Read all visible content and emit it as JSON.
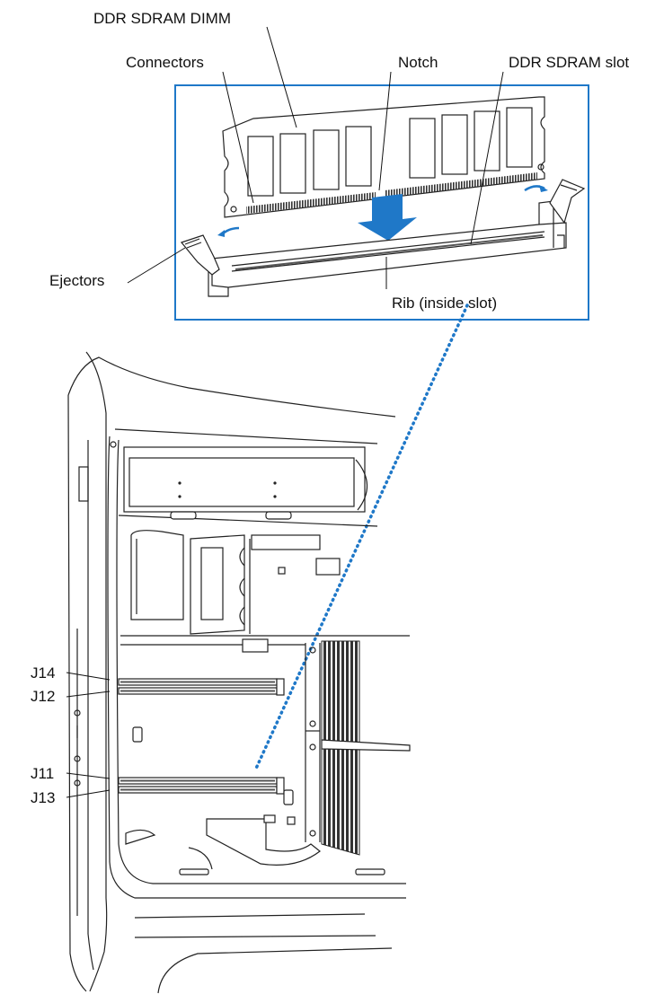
{
  "top_labels": {
    "dimm": "DDR SDRAM DIMM",
    "connectors": "Connectors",
    "notch": "Notch",
    "slot": "DDR SDRAM slot",
    "ejectors": "Ejectors",
    "rib": "Rib (inside slot)"
  },
  "slot_labels": {
    "j14": "J14",
    "j12": "J12",
    "j11": "J11",
    "j13": "J13"
  },
  "colors": {
    "accent_blue": "#1f78c8",
    "line": "#222222",
    "shading": "#555555"
  }
}
